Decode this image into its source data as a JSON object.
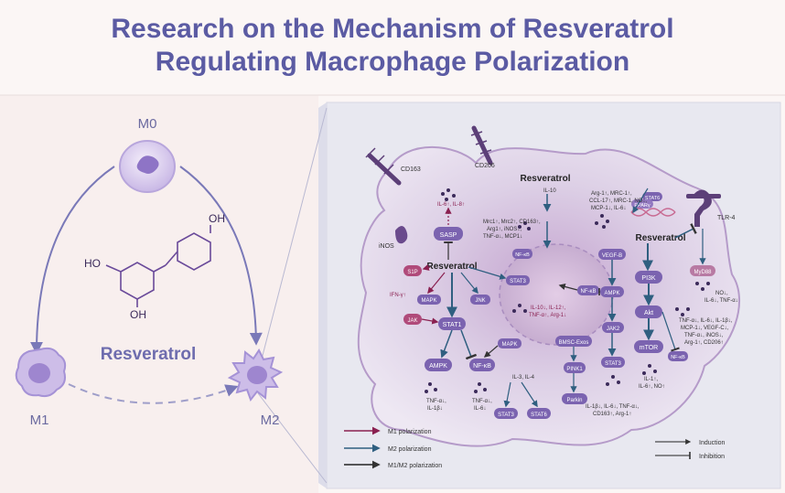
{
  "title": {
    "line1": "Research on the Mechanism of Resveratrol",
    "line2": "Regulating Macrophage Polarization"
  },
  "left_panel": {
    "m0": "M0",
    "m1": "M1",
    "m2": "M2",
    "compound": "Resveratrol",
    "oh_top": "OH",
    "oh_left": "HO",
    "oh_bottom": "OH"
  },
  "cell": {
    "receptors": {
      "cd163": "CD163",
      "cd206": "CD206",
      "inos": "iNOS",
      "tlr4": "TLR-4"
    },
    "labels": {
      "resv_top": "Resveratrol",
      "resv_left": "Resveratrol",
      "resv_right": "Resveratrol",
      "il6_il8": "IL-6↑, IL-8↑",
      "il10": "IL-10",
      "m2_markers": [
        "Mrc1↑, Mrc2↑, CD163↑,",
        "Arg1↑, iNOS↓,",
        "TNF-α↓, MCP1↓"
      ],
      "stat6_markers": [
        "Arg-1↑, MRC-1↑,",
        "CCL-17↑, MRC-1, NO↓,",
        "MCP-1↓, IL-6↓"
      ],
      "myd88_out": [
        "NO↓,",
        "IL-6↓, TNF-α↓"
      ],
      "akt_out": [
        "TNF-α↓, IL-6↓, IL-1β↓,",
        "MCP-1↓, VEGF-C↓,",
        "TNF-α↓, iNOS↓,",
        "Arg-1↑, CD206↑"
      ],
      "stat3_mid": [
        "IL-10↓, IL-12↑,",
        "TNF-α↑, Arg-1↓"
      ],
      "ifn": "IFN-γ↑",
      "ampk_out": [
        "TNF-α↓,",
        "IL-1β↓"
      ],
      "nfkb_out": [
        "TNF-α↓,",
        "IL-6↓"
      ],
      "il3_il4": "IL-3, IL-4",
      "stat3_bottom_out": [
        "IL-1β↓, IL-6↓, TNF-α↓,",
        "CD163↑, Arg-1↑"
      ],
      "mtor_out": [
        "IL-1↑,",
        "IL-6↑, NO↑"
      ]
    },
    "nodes": {
      "sasp": "SASP",
      "s1p": "S1P",
      "mapk_left": "MAPK",
      "jnk": "JNK",
      "stat3_top": "STAT3",
      "jak_left": "JAK",
      "stat1": "STAT1",
      "ampk_left": "AMPK",
      "nfkb_left": "NF-κB",
      "mapk_mid": "MAPK",
      "nfkb_top": "NF-κB",
      "nfkb_mid": "NF-κB",
      "vegfb": "VEGF-B",
      "ampk_mid": "AMPK",
      "jak2": "JAK2",
      "stat3_mid": "STAT3",
      "bmsc": "BMSC-Exos",
      "pink1": "PINK1",
      "parkin": "Parkin",
      "stat3_bot": "STAT3",
      "stat6_bot": "STAT6",
      "stat6_top": "STAT6",
      "ppar": "PPARγ",
      "pi3k": "PI3K",
      "akt": "Akt",
      "mtor": "mTOR",
      "nfkb_right": "NF-κB",
      "myd88": "MyD88"
    }
  },
  "legend": {
    "m1": "M1 polarization",
    "m2": "M2 polarization",
    "m1m2": "M1/M2 polarization",
    "induction": "Induction",
    "inhibition": "Inhibition"
  },
  "colors": {
    "title": "#5b5ba3",
    "m1_arrow": "#8a2050",
    "m2_arrow": "#2f5f80",
    "node_fill": "#7b63b0",
    "panel_bg": "#e9e9f1"
  }
}
